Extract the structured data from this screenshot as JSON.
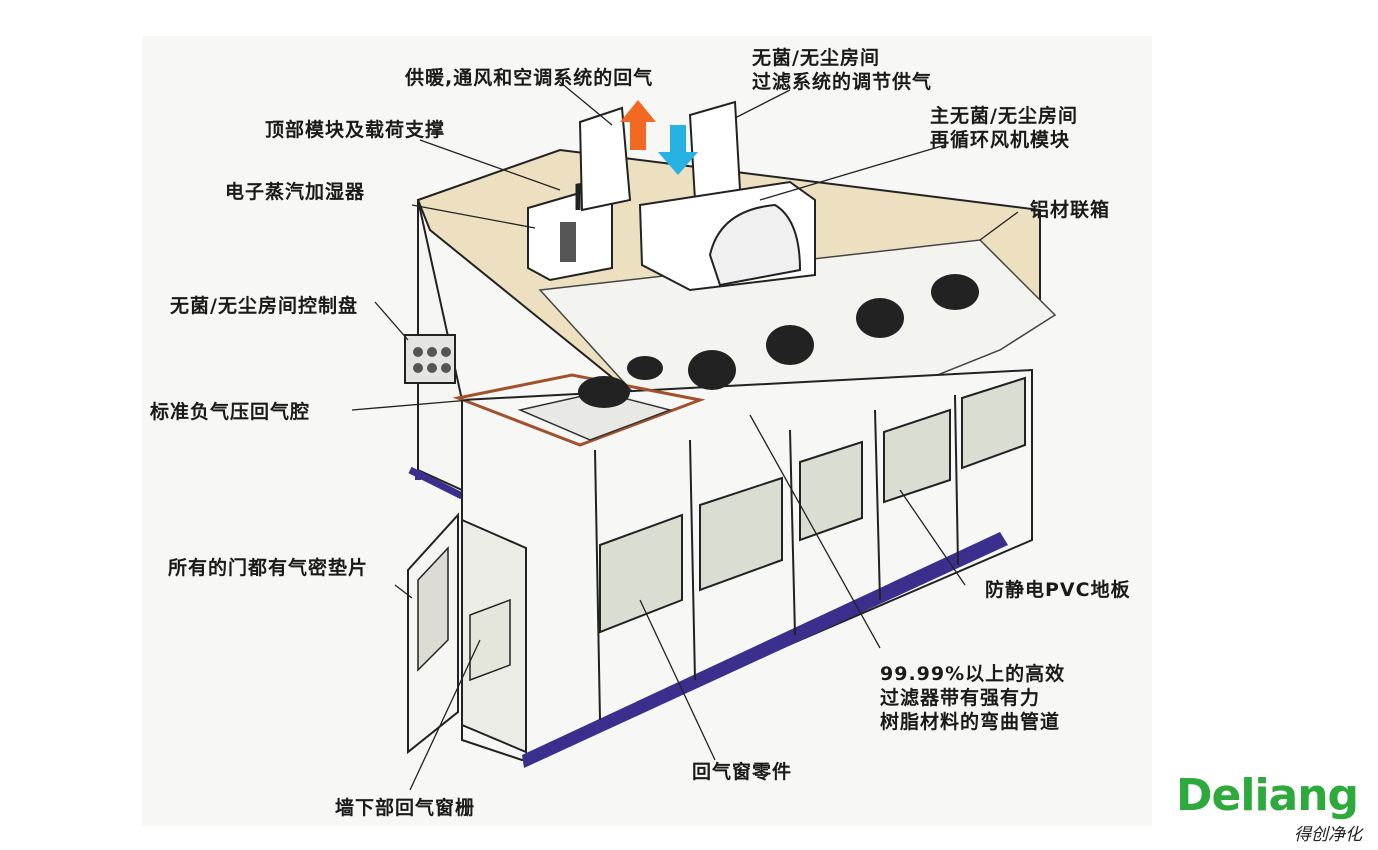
{
  "labels": {
    "return_air": "供暖,通风和空调系统的回气",
    "supply_air": "无菌/无尘房间\n过滤系统的调节供气",
    "top_module": "顶部模块及载荷支撑",
    "recirc_fan": "主无菌/无尘房间\n再循环风机模块",
    "humidifier": "电子蒸汽加湿器",
    "aluminum_box": "铝材联箱",
    "control_panel": "无菌/无尘房间控制盘",
    "negative_pressure": "标准负气压回气腔",
    "door_gasket": "所有的门都有气密垫片",
    "pvc_floor": "防静电PVC地板",
    "hepa_filter": "99.99%以上的高效\n过滤器带有强有力\n树脂材料的弯曲管道",
    "return_window_parts": "回气窗零件",
    "wall_return_grille": "墙下部回气窗栅"
  },
  "logo": {
    "name": "Deliang",
    "subtitle": "得创净化",
    "color": "#2eaa3c"
  },
  "colors": {
    "roof": "#ede0c0",
    "floor_edge": "#3a2f8c",
    "outline": "#222222",
    "return_arrow": "#f26a21",
    "supply_arrow": "#26b3e3",
    "plenum_frame": "#a0522d"
  }
}
